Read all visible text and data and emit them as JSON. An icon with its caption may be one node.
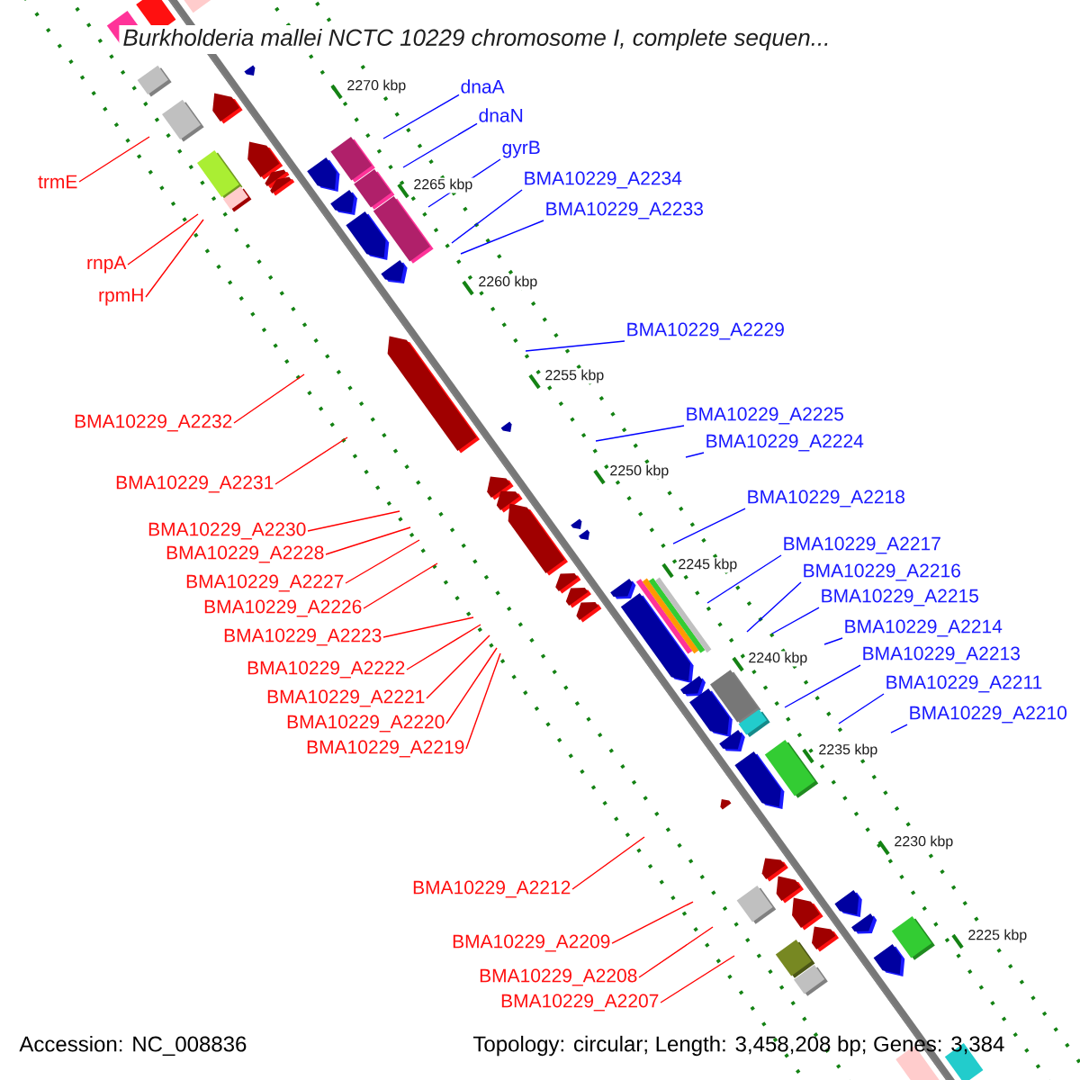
{
  "diagram": {
    "title": "Burkholderia mallei NCTC 10229 chromosome I, complete sequen...",
    "nodes": [
      {
        "text": [
          "dnaA"
        ]
      },
      {
        "text": [
          "dnaN"
        ]
      },
      {
        "text": [
          "gyrB"
        ]
      },
      {
        "text": [
          "BMA10229_A2234"
        ]
      },
      {
        "text": [
          "trmE"
        ]
      },
      {
        "text": [
          "BMA10229_A2233"
        ]
      },
      {
        "text": [
          "rnpA"
        ]
      },
      {
        "text": [
          "rpmH"
        ]
      },
      {
        "text": [
          "BMA10229_A2229"
        ]
      },
      {
        "text": [
          "BMA10229_A2225"
        ]
      },
      {
        "text": [
          "BMA10229_A2232"
        ]
      },
      {
        "text": [
          "BMA10229_A2224"
        ]
      },
      {
        "text": [
          "BMA10229_A2231"
        ]
      },
      {
        "text": [
          "BMA10229_A2218"
        ]
      },
      {
        "text": [
          "BMA10229_A2230"
        ]
      },
      {
        "text": [
          "BMA10229_A2217"
        ]
      },
      {
        "text": [
          "BMA10229_A2228"
        ]
      },
      {
        "text": [
          "BMA10229_A2216"
        ]
      },
      {
        "text": [
          "BMA10229_A2227"
        ]
      },
      {
        "text": [
          "BMA10229_A2215"
        ]
      },
      {
        "text": [
          "BMA10229_A2226"
        ]
      },
      {
        "text": [
          "BMA10229_A2214"
        ]
      },
      {
        "text": [
          "BMA10229_A2223"
        ]
      },
      {
        "text": [
          "BMA10229_A2213"
        ]
      },
      {
        "text": [
          "BMA10229_A2222"
        ]
      },
      {
        "text": [
          "BMA10229_A2211"
        ]
      },
      {
        "text": [
          "BMA10229_A2221"
        ]
      },
      {
        "text": [
          "BMA10229_A2210"
        ]
      },
      {
        "text": [
          "BMA10229_A2220"
        ]
      },
      {
        "text": [
          "BMA10229_A2219"
        ]
      },
      {
        "text": [
          "BMA10229_A2212"
        ]
      },
      {
        "text": [
          "BMA10229_A2209"
        ]
      },
      {
        "text": [
          "BMA10229_A2208"
        ]
      },
      {
        "text": [
          "BMA10229_A2207"
        ]
      }
    ],
    "edges": [
      {
        "from": 0,
        "to": null,
        "arrow": "none",
        "color": "#0000ff"
      },
      {
        "from": 1,
        "to": null,
        "arrow": "none",
        "color": "#0000ff"
      },
      {
        "from": 2,
        "to": null,
        "arrow": "none",
        "color": "#0000ff"
      },
      {
        "from": 3,
        "to": null,
        "arrow": "none",
        "color": "#0000ff"
      },
      {
        "from": 4,
        "to": null,
        "arrow": "none"
      },
      {
        "from": 5,
        "to": null,
        "arrow": "none",
        "color": "#0000ff"
      },
      {
        "from": 6,
        "to": null,
        "arrow": "none"
      },
      {
        "from": 7,
        "to": null,
        "arrow": "none"
      },
      {
        "from": 8,
        "to": null,
        "arrow": "none",
        "color": "#0000ff"
      },
      {
        "from": 9,
        "to": null,
        "arrow": "none",
        "color": "#0000ff"
      },
      {
        "from": 10,
        "to": null,
        "arrow": "none"
      },
      {
        "from": 11,
        "to": null,
        "arrow": "none",
        "color": "#0000ff"
      },
      {
        "from": 12,
        "to": null,
        "arrow": "none"
      },
      {
        "from": 13,
        "to": null,
        "arrow": "none",
        "color": "#0000ff"
      },
      {
        "from": 14,
        "to": null,
        "arrow": "none"
      },
      {
        "from": 15,
        "to": null,
        "arrow": "none",
        "color": "#0000ff"
      },
      {
        "from": 16,
        "to": null,
        "arrow": "none"
      },
      {
        "from": 17,
        "to": null,
        "arrow": "none",
        "color": "#0000ff"
      },
      {
        "from": 18,
        "to": null,
        "arrow": "none"
      },
      {
        "from": 19,
        "to": null,
        "arrow": "none",
        "color": "#0000ff"
      },
      {
        "from": 20,
        "to": null,
        "arrow": "none"
      },
      {
        "from": 21,
        "to": null,
        "arrow": "none",
        "color": "#0000ff"
      },
      {
        "from": 22,
        "to": null,
        "arrow": "none"
      },
      {
        "from": 23,
        "to": null,
        "arrow": "none",
        "color": "#0000ff"
      },
      {
        "from": 24,
        "to": null,
        "arrow": "none"
      },
      {
        "from": 25,
        "to": null,
        "arrow": "none",
        "color": "#0000ff"
      },
      {
        "from": 26,
        "to": null,
        "arrow": "none"
      },
      {
        "from": 27,
        "to": null,
        "arrow": "none",
        "color": "#0000ff"
      },
      {
        "from": 28,
        "to": null,
        "arrow": "none"
      },
      {
        "from": 29,
        "to": null,
        "arrow": "none"
      },
      {
        "from": 30,
        "to": null,
        "arrow": "none"
      },
      {
        "from": 31,
        "to": null,
        "arrow": "none"
      },
      {
        "from": 32,
        "to": null,
        "arrow": "none"
      },
      {
        "from": 33,
        "to": null,
        "arrow": "none"
      }
    ],
    "labels": [
      "2270 kbp",
      "2265 kbp",
      "2260 kbp",
      "2255 kbp",
      "2250 kbp",
      "2245 kbp",
      "2240 kbp",
      "2235 kbp",
      "2230 kbp",
      "2225 kbp",
      "Accession: NC_008836",
      "Topology: circular; Length: 3,458,208 bp; Genes: 3,384"
    ]
  }
}
